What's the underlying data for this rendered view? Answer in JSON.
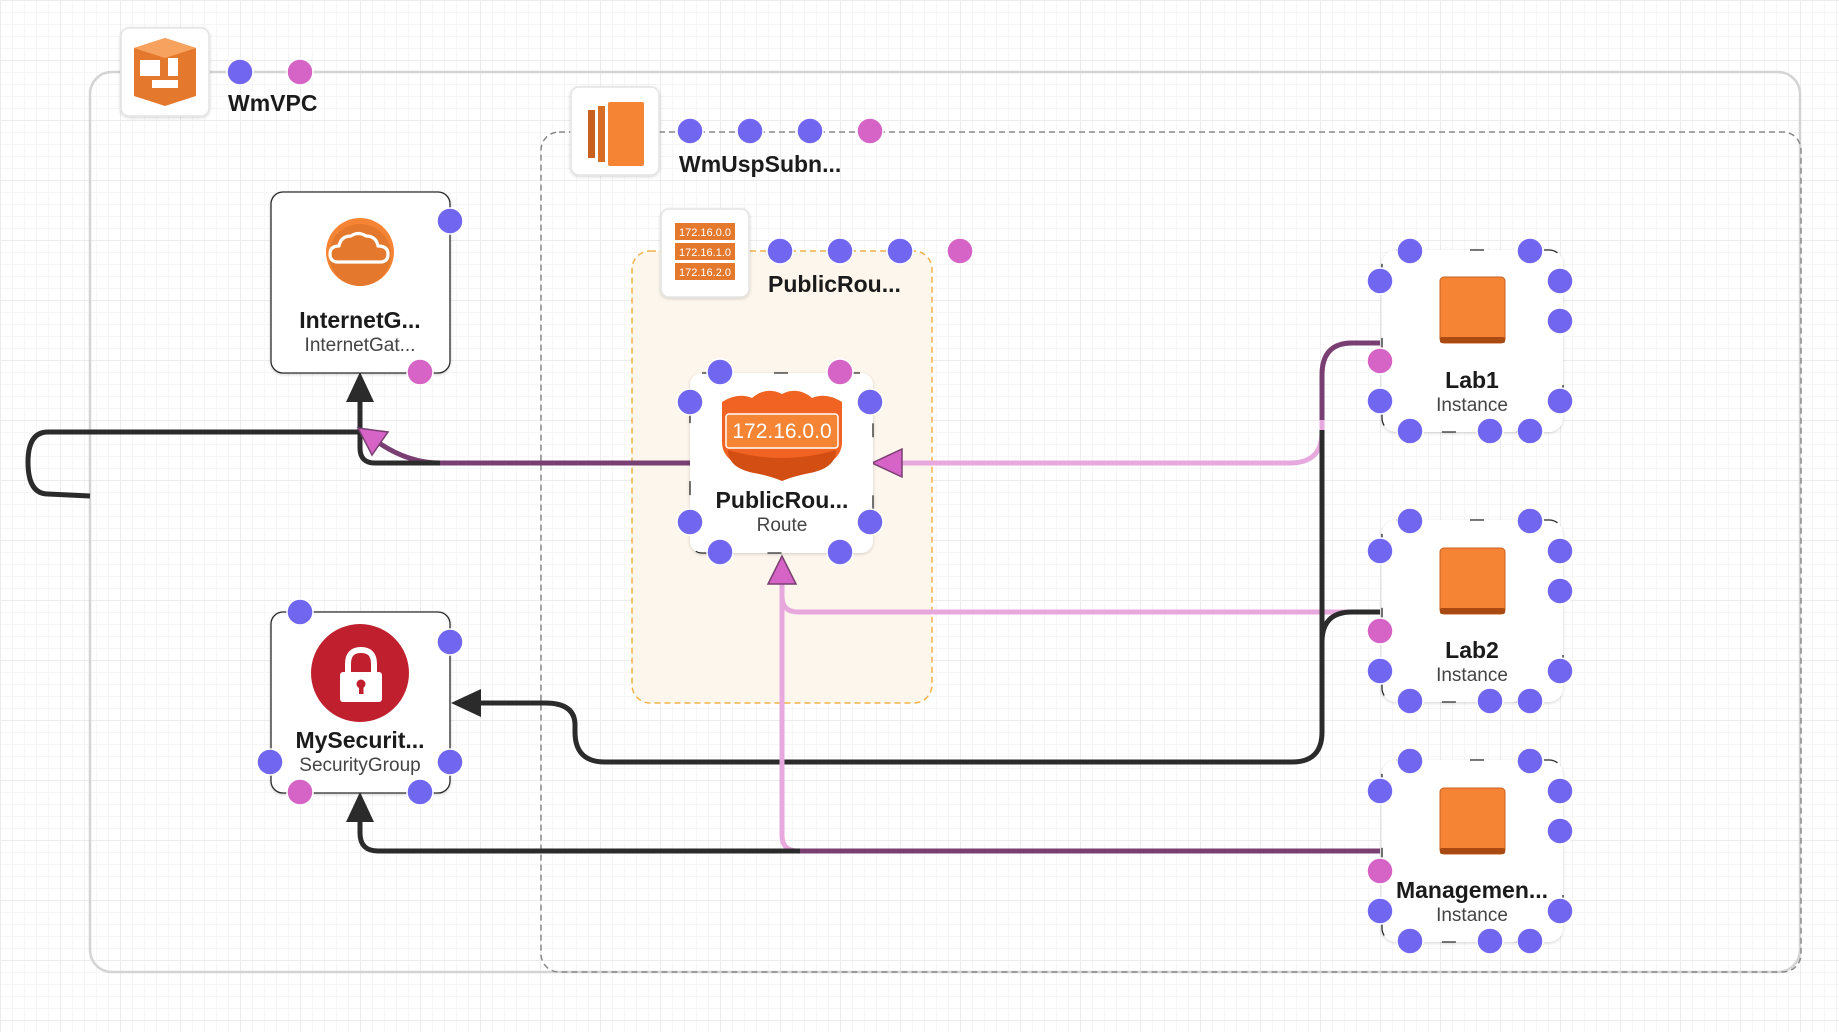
{
  "vpc": {
    "name": "WmVPC",
    "icon": "vpc-icon",
    "border_color": "#d4d4d4"
  },
  "subnet": {
    "name": "WmUspSubn...",
    "icon": "subnet-icon"
  },
  "route_table": {
    "name": "PublicRou...",
    "icon": "route-table-icon",
    "entries": [
      "172.16.0.0",
      "172.16.1.0",
      "172.16.2.0"
    ]
  },
  "nodes": {
    "internet_gateway": {
      "title": "InternetG...",
      "subtitle": "InternetGat...",
      "icon": "cloud-icon"
    },
    "route": {
      "title": "PublicRou...",
      "subtitle": "Route",
      "icon": "route-shield-icon",
      "badge": "172.16.0.0"
    },
    "security_group": {
      "title": "MySecurit...",
      "subtitle": "SecurityGroup",
      "icon": "lock-icon"
    },
    "lab1": {
      "title": "Lab1",
      "subtitle": "Instance",
      "icon": "instance-icon"
    },
    "lab2": {
      "title": "Lab2",
      "subtitle": "Instance",
      "icon": "instance-icon"
    },
    "management": {
      "title": "Managemen...",
      "subtitle": "Instance",
      "icon": "instance-icon"
    }
  },
  "colors": {
    "aws_orange": "#f58534",
    "port_blue": "#7166f0",
    "port_pink": "#d564c6",
    "edge_dark": "#2b2b2b",
    "edge_purple": "#7a3f72",
    "edge_light_pink": "#e6a8dd",
    "lock_red": "#c0202e",
    "route_table_fill": "#fdf6ec",
    "route_table_border": "#f0b24a"
  }
}
